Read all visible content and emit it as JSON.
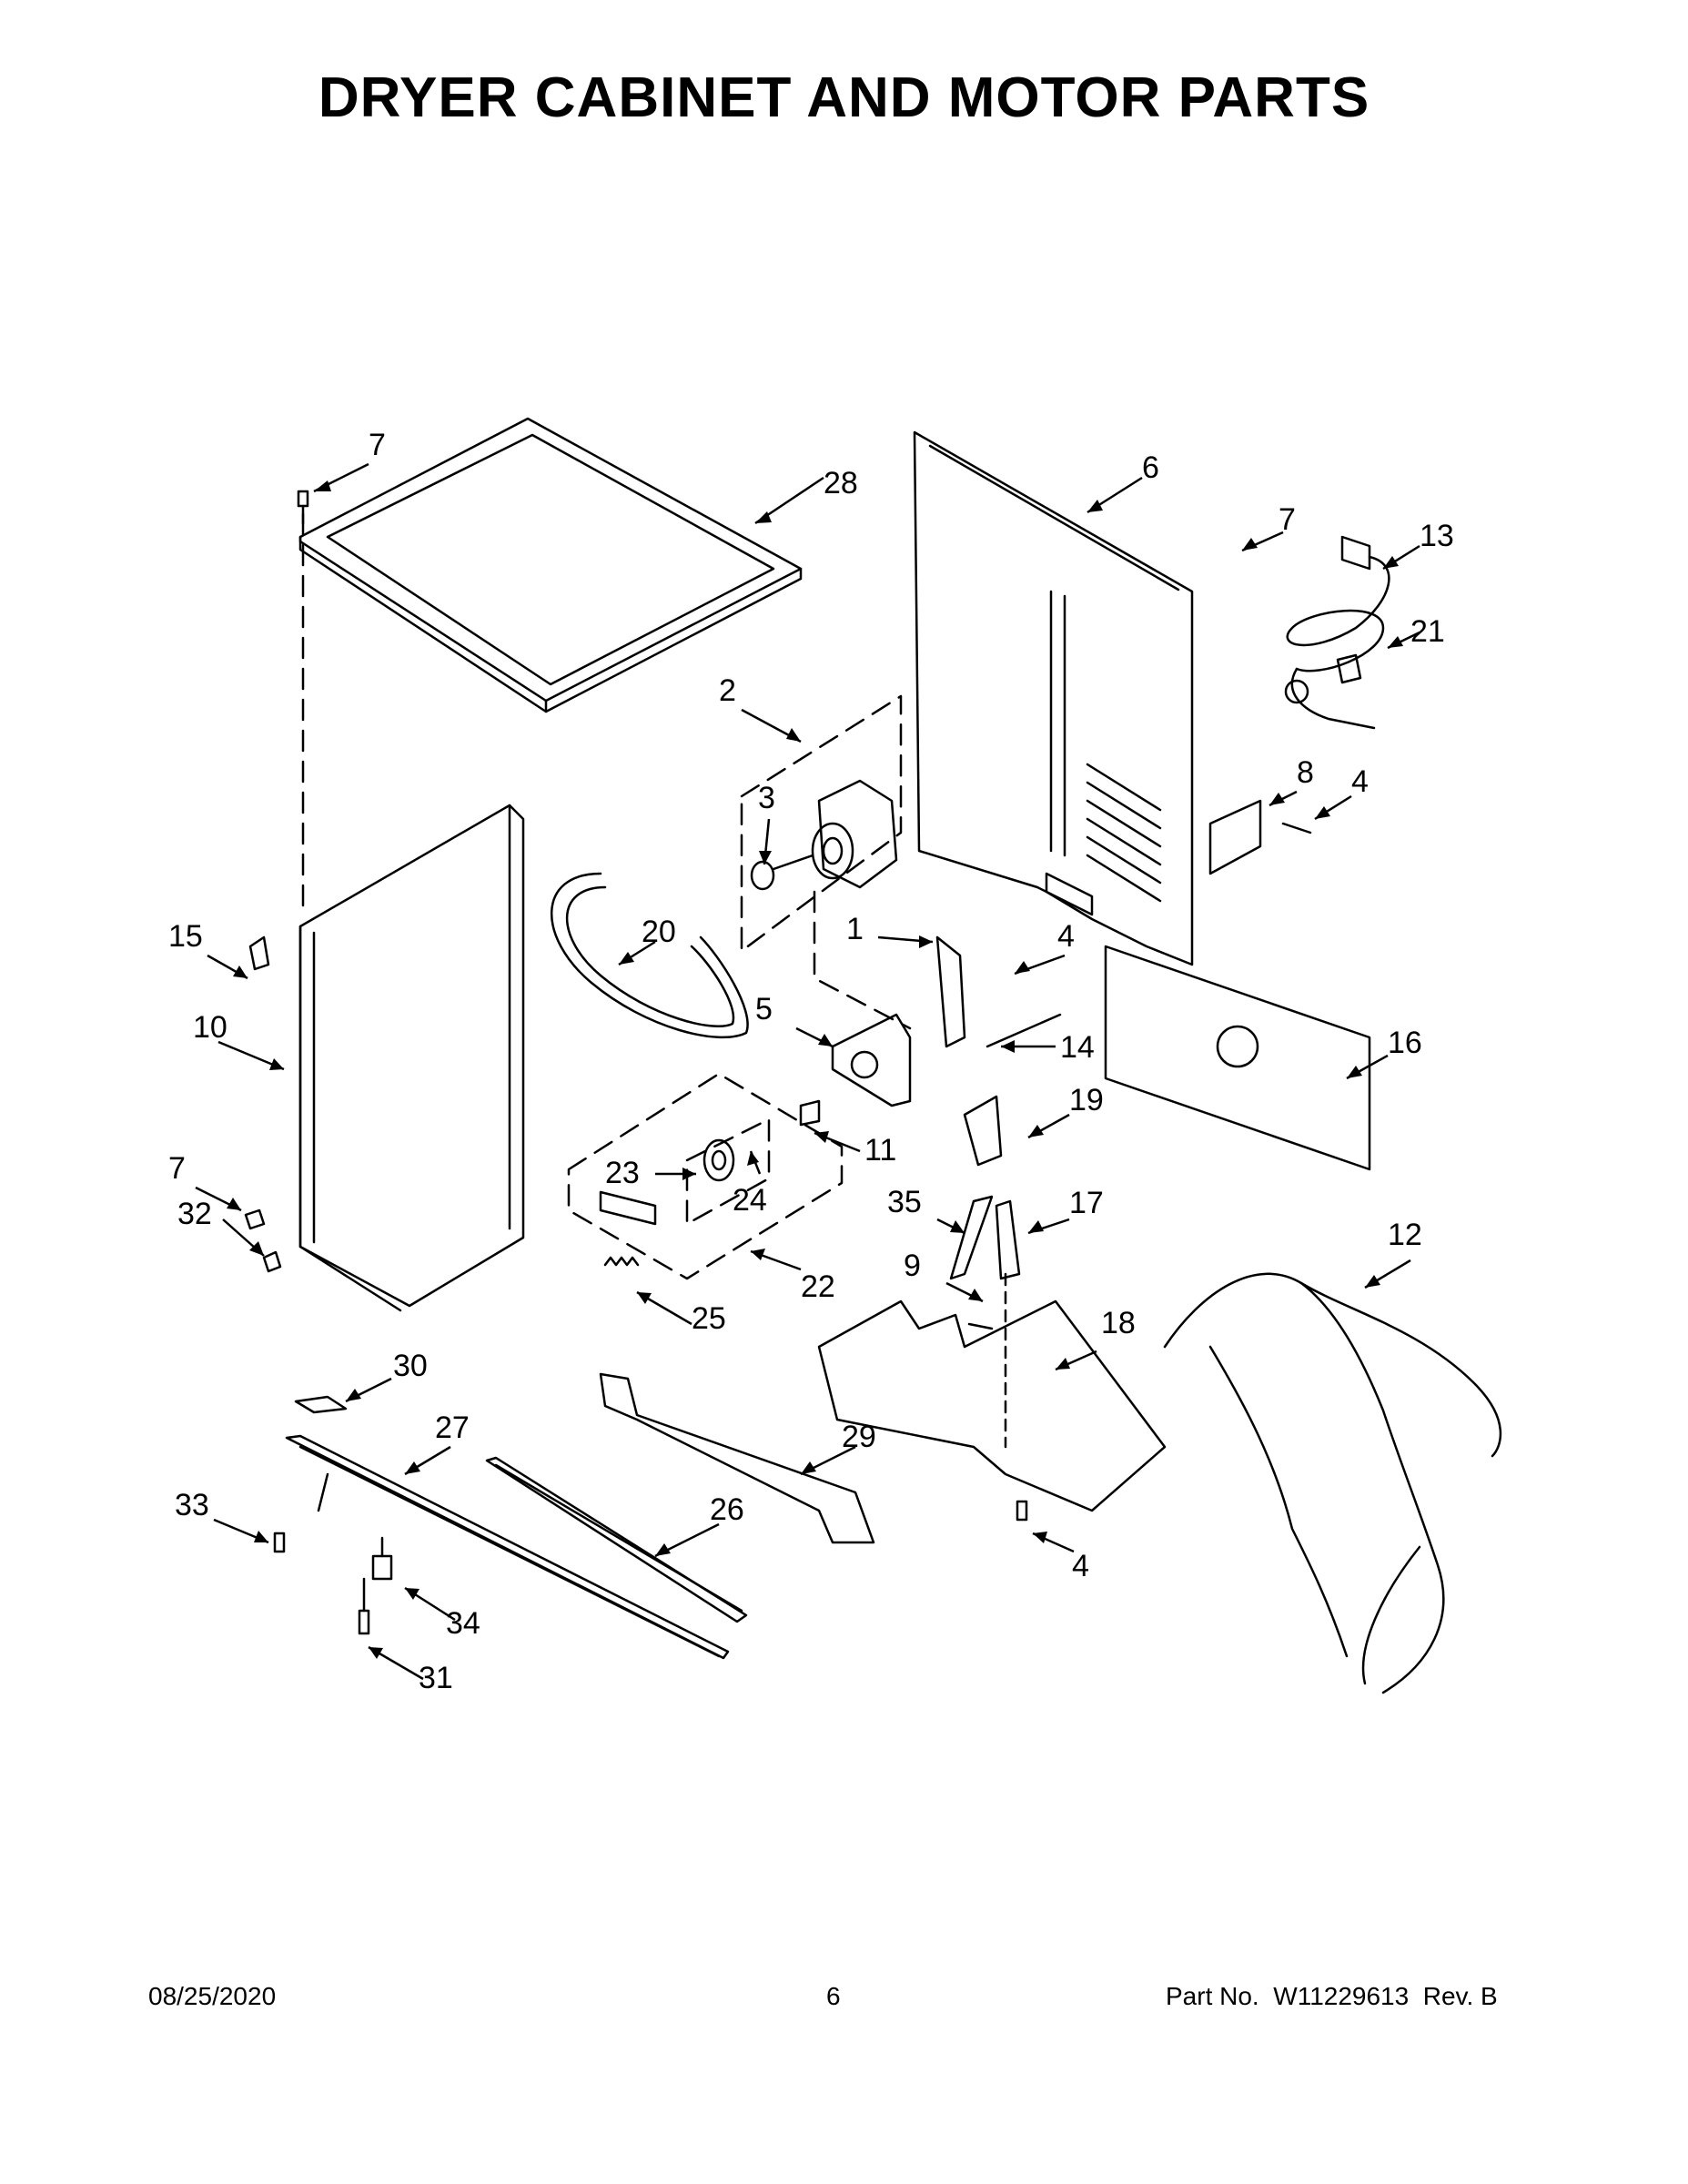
{
  "title": "DRYER CABINET AND MOTOR PARTS",
  "callouts": [
    "7",
    "28",
    "6",
    "7",
    "13",
    "21",
    "2",
    "3",
    "8",
    "4",
    "20",
    "15",
    "1",
    "4",
    "5",
    "14",
    "16",
    "10",
    "19",
    "11",
    "23",
    "24",
    "7",
    "32",
    "35",
    "17",
    "22",
    "9",
    "25",
    "12",
    "18",
    "30",
    "27",
    "29",
    "33",
    "26",
    "34",
    "4",
    "31"
  ],
  "footer": {
    "date": "08/25/2020",
    "page": "6",
    "part_label": "Part No.",
    "part_number": "W11229613",
    "rev_label": "Rev.",
    "rev": "B"
  }
}
